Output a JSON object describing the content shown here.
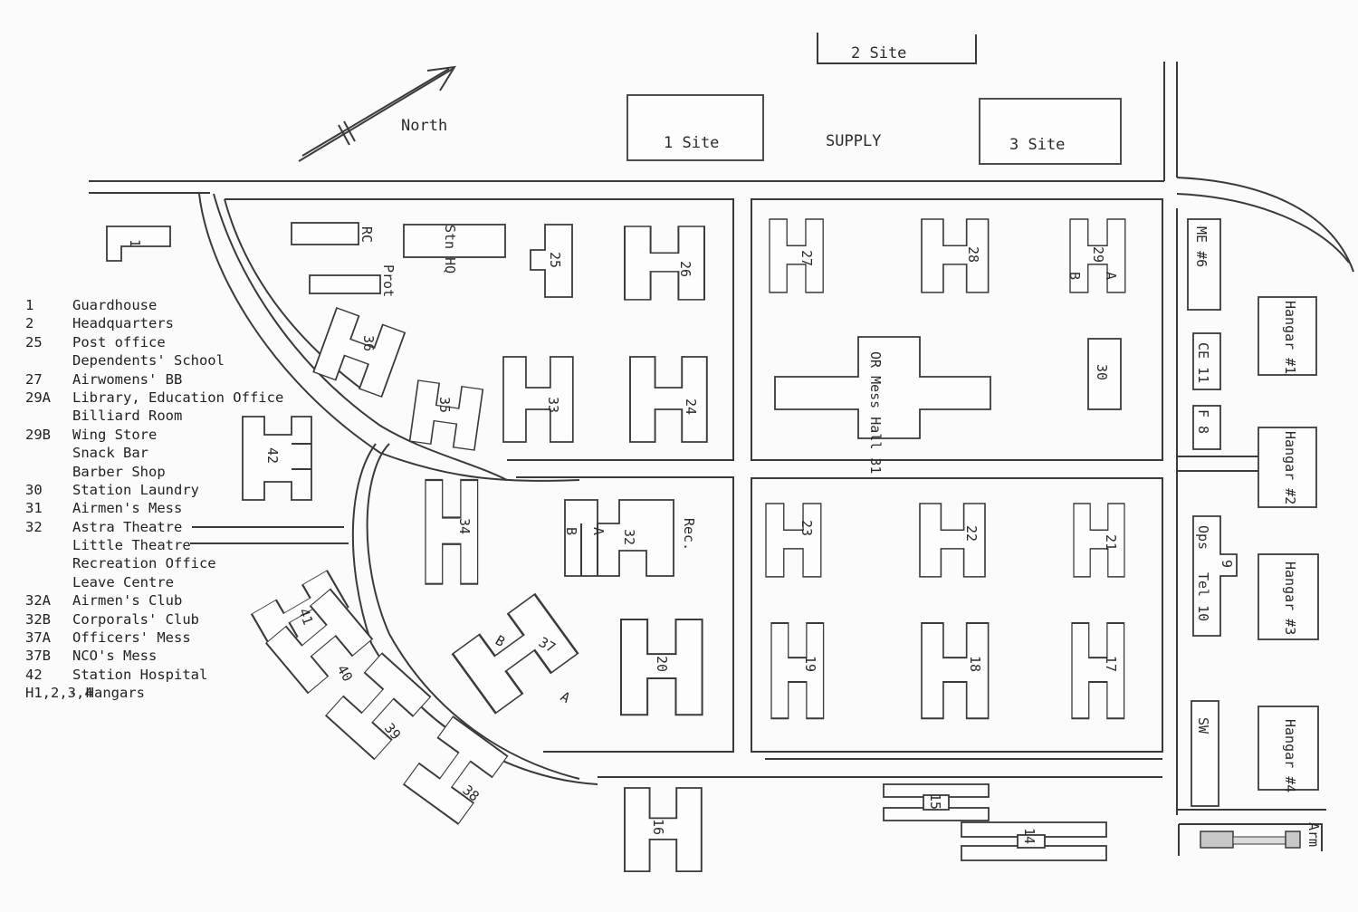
{
  "map": {
    "compass_label": "North",
    "top_labels": {
      "site2": "2 Site",
      "site1": "1 Site",
      "supply": "SUPPLY",
      "site3": "3 Site"
    },
    "buildings": {
      "b1": "1",
      "rc": "RC",
      "stn_hq": "Stn HQ",
      "prot": "Prot",
      "b25": "25",
      "b26": "26",
      "b27": "27",
      "b28": "28",
      "b29": "29",
      "b29a": "A",
      "b29b": "B",
      "me6": "ME #6",
      "hangar1": "Hangar #1",
      "b36": "36",
      "b35": "35",
      "b33": "33",
      "b24": "24",
      "mess_hall": "OR Mess Hall 31",
      "b30": "30",
      "ce11": "CE 11",
      "f8": "F 8",
      "hangar2": "Hangar #2",
      "b42": "42",
      "b34": "34",
      "b32": "32",
      "b32a": "A",
      "b32b": "B",
      "rec": "Rec.",
      "b23": "23",
      "b22": "22",
      "b21": "21",
      "ops": "Ops",
      "tel": "Tel 10",
      "b9": "9",
      "hangar3": "Hangar #3",
      "b41": "41",
      "b40": "40",
      "b39": "39",
      "b38": "38",
      "b37": "37",
      "b37a": "A",
      "b37b": "B",
      "b20": "20",
      "b19": "19",
      "b18": "18",
      "b17": "17",
      "sw": "SW",
      "hangar4": "Hangar #4",
      "b16": "16",
      "b15": "15",
      "b14": "14",
      "arm": "Arm"
    }
  },
  "legend": [
    {
      "code": "1",
      "text": "Guardhouse"
    },
    {
      "code": "2",
      "text": "Headquarters"
    },
    {
      "code": "25",
      "text": "Post office"
    },
    {
      "code": "",
      "text": "Dependents' School"
    },
    {
      "code": "27",
      "text": "Airwomens' BB"
    },
    {
      "code": "29A",
      "text": "Library, Education Office"
    },
    {
      "code": "",
      "text": "Billiard Room"
    },
    {
      "code": "29B",
      "text": "Wing Store"
    },
    {
      "code": "",
      "text": "Snack Bar"
    },
    {
      "code": "",
      "text": "Barber Shop"
    },
    {
      "code": "30",
      "text": "Station Laundry"
    },
    {
      "code": "31",
      "text": "Airmen's Mess"
    },
    {
      "code": "32",
      "text": "Astra Theatre"
    },
    {
      "code": "",
      "text": "Little Theatre"
    },
    {
      "code": "",
      "text": "Recreation Office"
    },
    {
      "code": "",
      "text": "Leave Centre"
    },
    {
      "code": "32A",
      "text": "Airmen's Club"
    },
    {
      "code": "32B",
      "text": "Corporals' Club"
    },
    {
      "code": "37A",
      "text": "Officers' Mess"
    },
    {
      "code": "37B",
      "text": "NCO's Mess"
    },
    {
      "code": "42",
      "text": "Station Hospital"
    },
    {
      "code": "H1,2,3,4",
      "text": "- Hangars"
    }
  ]
}
